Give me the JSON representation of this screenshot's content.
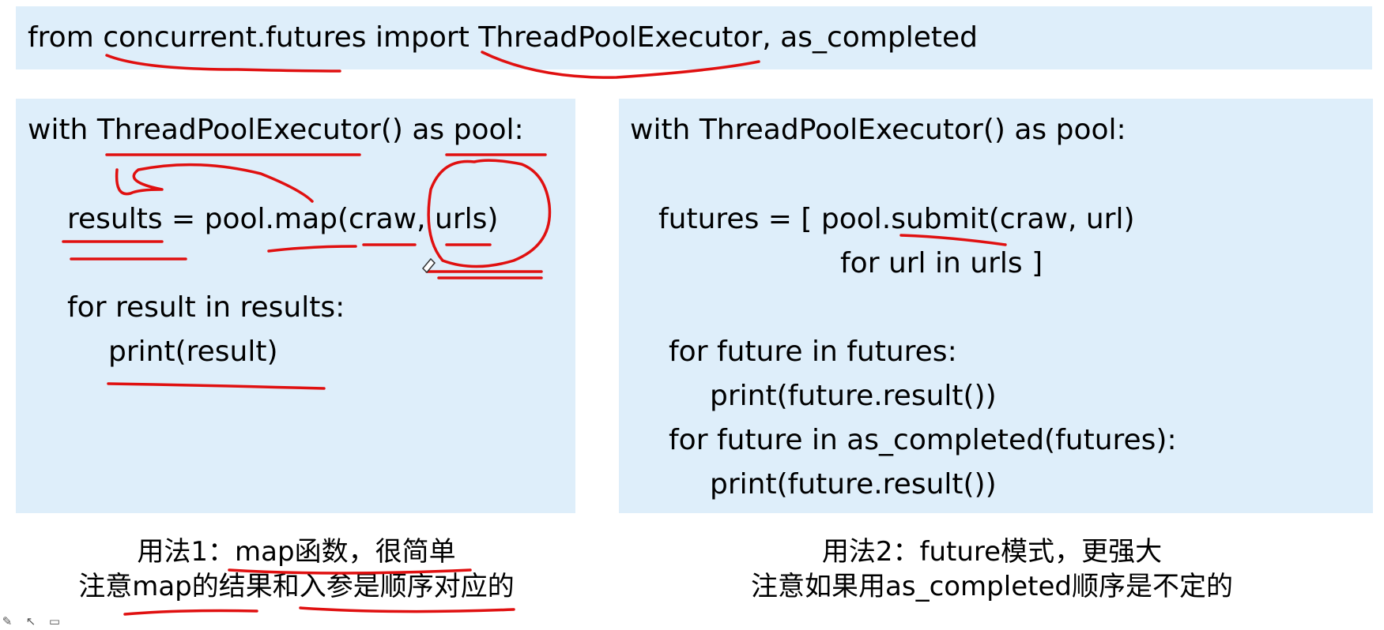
{
  "top_code": "from concurrent.futures import ThreadPoolExecutor, as_completed",
  "left_panel": {
    "lines": [
      "with ThreadPoolExecutor() as pool:",
      "results = pool.map(craw, urls)",
      "for result in results:",
      "print(result)"
    ]
  },
  "right_panel": {
    "lines": [
      "with ThreadPoolExecutor() as pool:",
      "futures = [ pool.submit(craw, url)",
      "for url in urls ]",
      "for future in futures:",
      "print(future.result())",
      "for future in as_completed(futures):",
      "print(future.result())"
    ]
  },
  "captions": {
    "left_line1": "用法1：map函数，很简单",
    "left_line2": "注意map的结果和入参是顺序对应的",
    "right_line1": "用法2：future模式，更强大",
    "right_line2": "注意如果用as_completed顺序是不定的"
  },
  "toolbar": {
    "icons": [
      "pen-icon",
      "pointer-icon",
      "screen-icon"
    ]
  },
  "colors": {
    "panel_bg": "#deeefa",
    "ink": "#e01010"
  }
}
